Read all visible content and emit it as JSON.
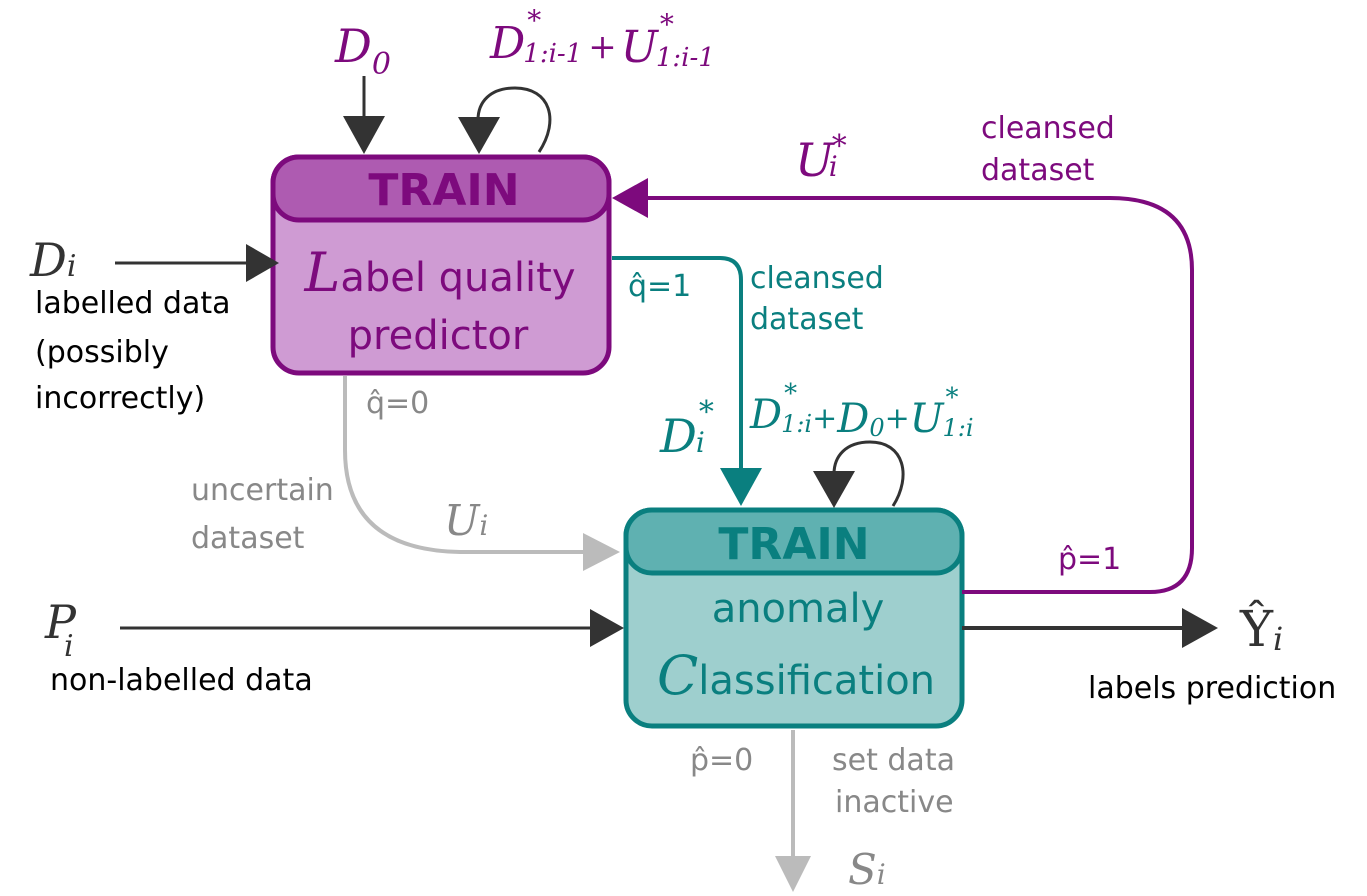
{
  "colors": {
    "purple": "#7d0a7d",
    "purple_box_fill": "#cf9bd3",
    "purple_header_fill": "#ae5bb1",
    "teal": "#0a7f7f",
    "teal_box_fill": "#9ecfce",
    "teal_header_fill": "#5fb1b1",
    "dark": "#333333",
    "gray": "#bbbbbb",
    "gray_text": "#888888"
  },
  "label_quality_box": {
    "header": "TRAIN",
    "initial": "L",
    "line1_rest": "abel quality",
    "line2": "predictor"
  },
  "classification_box": {
    "header": "TRAIN",
    "line1": "anomaly",
    "initial": "C",
    "line2_rest": "lassification"
  },
  "inputs": {
    "d0": {
      "base": "D",
      "sub": "0"
    },
    "history_top": {
      "d": "D",
      "d_sup": "*",
      "d_sub": "1:i-1",
      "plus": "+",
      "u": "U",
      "u_sup": "*",
      "u_sub": "1:i-1"
    },
    "di": {
      "base": "D",
      "sub": "i"
    },
    "labelled_lines": [
      "labelled data",
      "(possibly",
      "incorrectly)"
    ],
    "pi": {
      "base": "P",
      "sub": "i"
    },
    "nonlabelled": "non-labelled data"
  },
  "feedback": {
    "ui_star": {
      "base": "U",
      "sup": "*",
      "sub": "i"
    },
    "cleansed_top": [
      "cleansed",
      "dataset"
    ],
    "p_hat_1": "p̂=1"
  },
  "cleansed_path": {
    "q_hat_1": "q̂=1",
    "cleansed_mid": [
      "cleansed",
      "dataset"
    ],
    "di_star": {
      "base": "D",
      "sup": "*",
      "sub": "i"
    },
    "history_mid": {
      "d": "D",
      "d_sup": "*",
      "d_sub": "1:i",
      "plus1": "+",
      "d0": "D",
      "d0_sub": "0",
      "plus2": "+",
      "u": "U",
      "u_sup": "*",
      "u_sub": "1:i"
    }
  },
  "uncertain_path": {
    "q_hat_0": "q̂=0",
    "uncertain_lines": [
      "uncertain",
      "dataset"
    ],
    "ui": {
      "base": "U",
      "sub": "i"
    }
  },
  "output": {
    "y_hat": {
      "base": "Ŷ",
      "sub": "i"
    },
    "labels_prediction": "labels prediction"
  },
  "inactive": {
    "p_hat_0": "p̂=0",
    "set_lines": [
      "set data",
      "inactive"
    ],
    "si": {
      "base": "S",
      "sub": "i"
    }
  }
}
